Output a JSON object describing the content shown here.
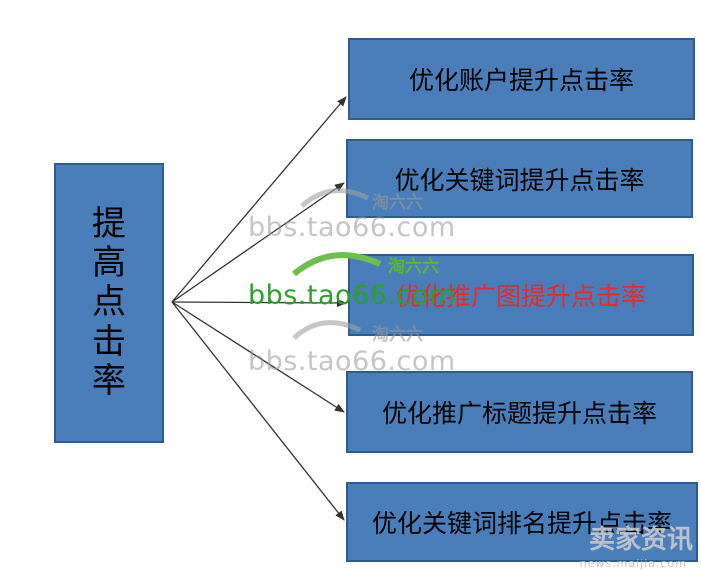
{
  "source": {
    "chars": [
      "提",
      "高",
      "点",
      "击",
      "率"
    ]
  },
  "targets": [
    {
      "label": "优化账户提升点击率"
    },
    {
      "label": "优化关键词提升点击率"
    },
    {
      "label": "优化推广图提升点击率"
    },
    {
      "label": "优化推广标题提升点击率"
    },
    {
      "label": "优化关键词排名提升点击率"
    }
  ],
  "watermarks": {
    "url_gray_1": "bbs.tao66.com",
    "url_green": "bbs.tao66.com",
    "url_gray_2": "bbs.tao66.com",
    "logo_gray_1": "淘六六",
    "logo_green": "淘六六",
    "logo_gray_2": "淘六六",
    "corner_brand": "卖家资讯",
    "corner_url": "news.maijia.com"
  },
  "colors": {
    "box_fill": "#4a7ebb",
    "box_border": "#2f5c8f",
    "highlight_text": "#e82a2a",
    "arrow": "#333333"
  }
}
